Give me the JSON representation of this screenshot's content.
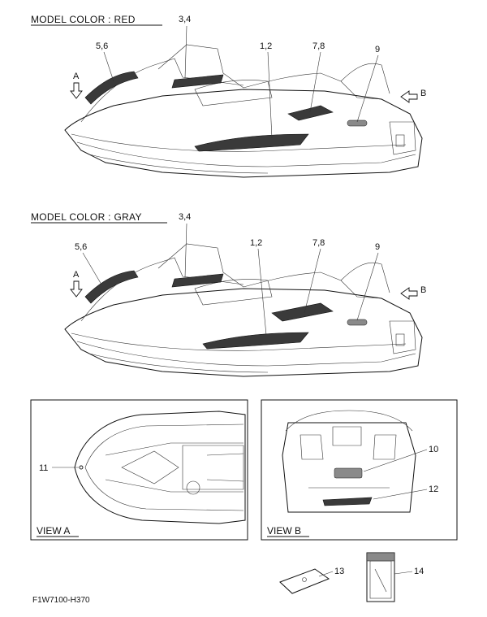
{
  "sections": {
    "red": {
      "heading": "MODEL COLOR : RED"
    },
    "gray": {
      "heading": "MODEL COLOR : GRAY"
    }
  },
  "callouts": {
    "c34": "3,4",
    "c56": "5,6",
    "c12": "1,2",
    "c78": "7,8",
    "c9": "9",
    "c10": "10",
    "c11": "11",
    "c12b": "12",
    "c13": "13",
    "c14": "14"
  },
  "arrows": {
    "a": "A",
    "b": "B"
  },
  "views": {
    "a": "VIEW A",
    "b": "VIEW B"
  },
  "figure_code": "F1W7100-H370"
}
